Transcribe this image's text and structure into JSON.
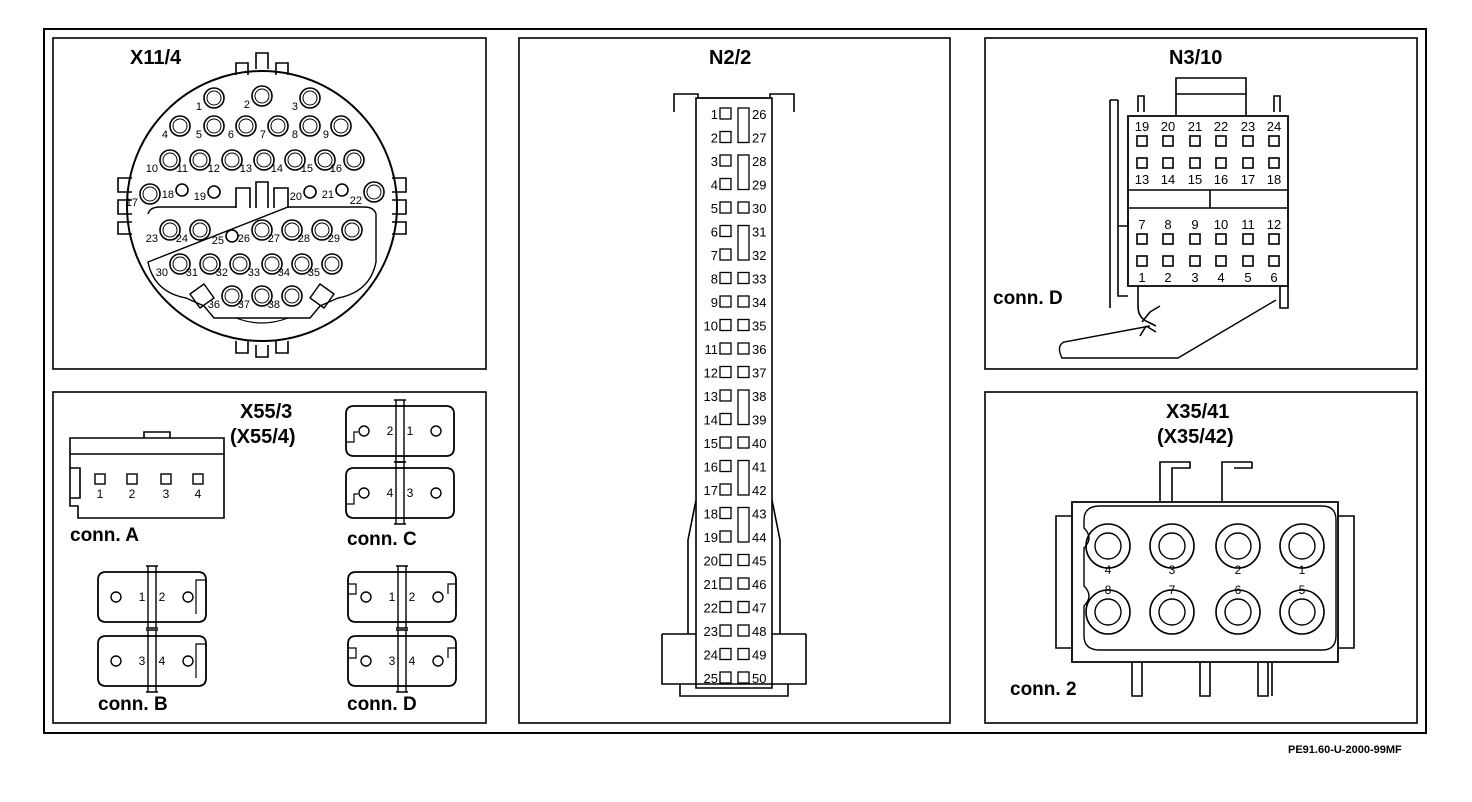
{
  "figure_ref": "PE91.60-U-2000-99MF",
  "x11_4": {
    "title": "X11/4"
  },
  "x55_3": {
    "title": "X55/3",
    "subtitle": "(X55/4)",
    "conn_a": "conn. A",
    "conn_b": "conn. B",
    "conn_c": "conn. C",
    "conn_d": "conn. D"
  },
  "n2_2": {
    "title": "N2/2"
  },
  "n3_10": {
    "title": "N3/10",
    "conn": "conn. D"
  },
  "x35_41": {
    "title": "X35/41",
    "subtitle": "(X35/42)",
    "conn": "conn. 2"
  }
}
